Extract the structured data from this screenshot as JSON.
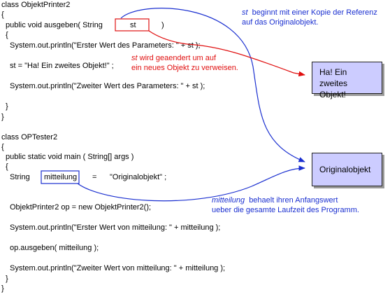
{
  "code": {
    "class1_header": "class ObjektPrinter2",
    "open_brace_1": "{",
    "method1_prefix": "public void ausgeben( String",
    "param_name": "st",
    "method1_suffix": ")",
    "open_brace_2": "{",
    "line_print1": "System.out.println(\"Erster Wert des Parameters: \" + st );",
    "line_assign": "st = \"Ha! Ein zweites Objekt!\" ;",
    "line_print2": "System.out.println(\"Zweiter Wert des Parameters: \" + st );",
    "close_brace_2": "}",
    "close_brace_1": "}",
    "class2_header": "class OPTester2",
    "open_brace_3": "{",
    "main_header": "public static void main ( String[] args )",
    "open_brace_4": "{",
    "decl_type": "String",
    "decl_var": "mitteilung",
    "decl_eq": "=",
    "decl_value": "\"Originalobjekt\" ;",
    "line_new": "ObjektPrinter2 op = new ObjektPrinter2();",
    "line_print3": "System.out.println(\"Erster Wert von mitteilung: \" + mitteilung );",
    "line_call": "op.ausgeben( mitteilung );",
    "line_print4": "System.out.println(\"Zweiter Wert von mitteilung: \" + mitteilung );",
    "close_brace_4": "}",
    "close_brace_3": "}"
  },
  "notes": {
    "blue1_em": "st",
    "blue1_rest": "  beginnt mit einer Kopie der Referenz",
    "blue1_line2": "auf das Originalobjekt.",
    "red_em": "st",
    "red_rest": " wird geaendert um auf",
    "red_line2": "ein neues Objekt zu verweisen.",
    "blue2_em": "mitteilung",
    "blue2_rest": "  behaelt ihren Anfangswert",
    "blue2_line2": "ueber die gesamte Laufzeit des Programm."
  },
  "boxes": {
    "new_object_line1": "Ha! Ein zweites",
    "new_object_line2": "Objekt!",
    "original_object": "Originalobjekt"
  },
  "colors": {
    "box_fill": "#ccccff",
    "blue": "#1a2fd0",
    "red": "#e01010"
  }
}
